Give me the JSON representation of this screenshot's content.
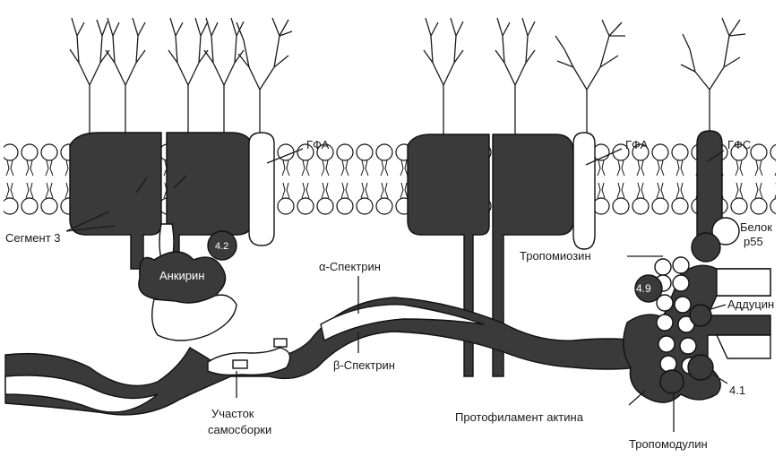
{
  "labels": {
    "gfa_left": "ГФА",
    "gfa_right": "ГФА",
    "gfs": "ГФС",
    "segment3": "Сегмент 3",
    "ankyrin": "Анкирин",
    "band42": "4.2",
    "alpha_spectrin": "α-Спектрин",
    "beta_spectrin": "β-Спектрин",
    "tropomyosin": "Тропомиозин",
    "band49": "4.9",
    "adducin": "Аддуцин",
    "protein_p55_line1": "Белок",
    "protein_p55_line2": "р55",
    "band41": "4.1",
    "self_assembly_line1": "Участок",
    "self_assembly_line2": "самосборки",
    "actin_protofilament": "Протофиламент актина",
    "tropomodulin": "Тропомодулин"
  }
}
